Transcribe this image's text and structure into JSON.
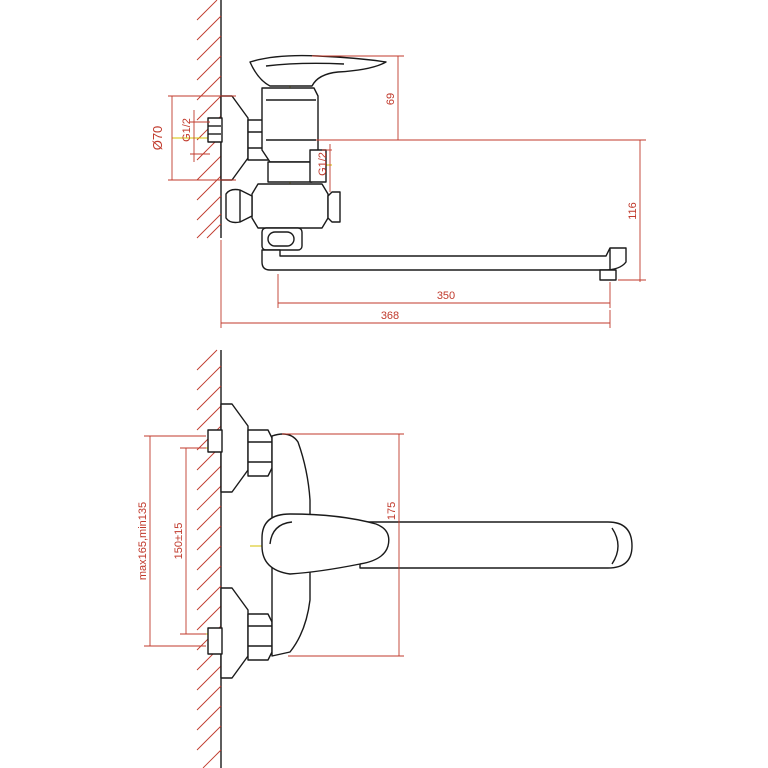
{
  "colors": {
    "outline": "#1a1a1a",
    "dimension": "#c0392b",
    "centerline": "#d4c000",
    "background": "#ffffff"
  },
  "top_view": {
    "dim_height": "69",
    "dim_diameter": "Ø70",
    "dim_thread_left": "G1/2",
    "dim_thread_right": "G1/2",
    "dim_spout_height": "116",
    "dim_spout_reach": "350",
    "dim_total_length": "368"
  },
  "front_view": {
    "dim_center_range": "max165,min135",
    "dim_center_distance": "150±15",
    "dim_body_height": "175"
  }
}
